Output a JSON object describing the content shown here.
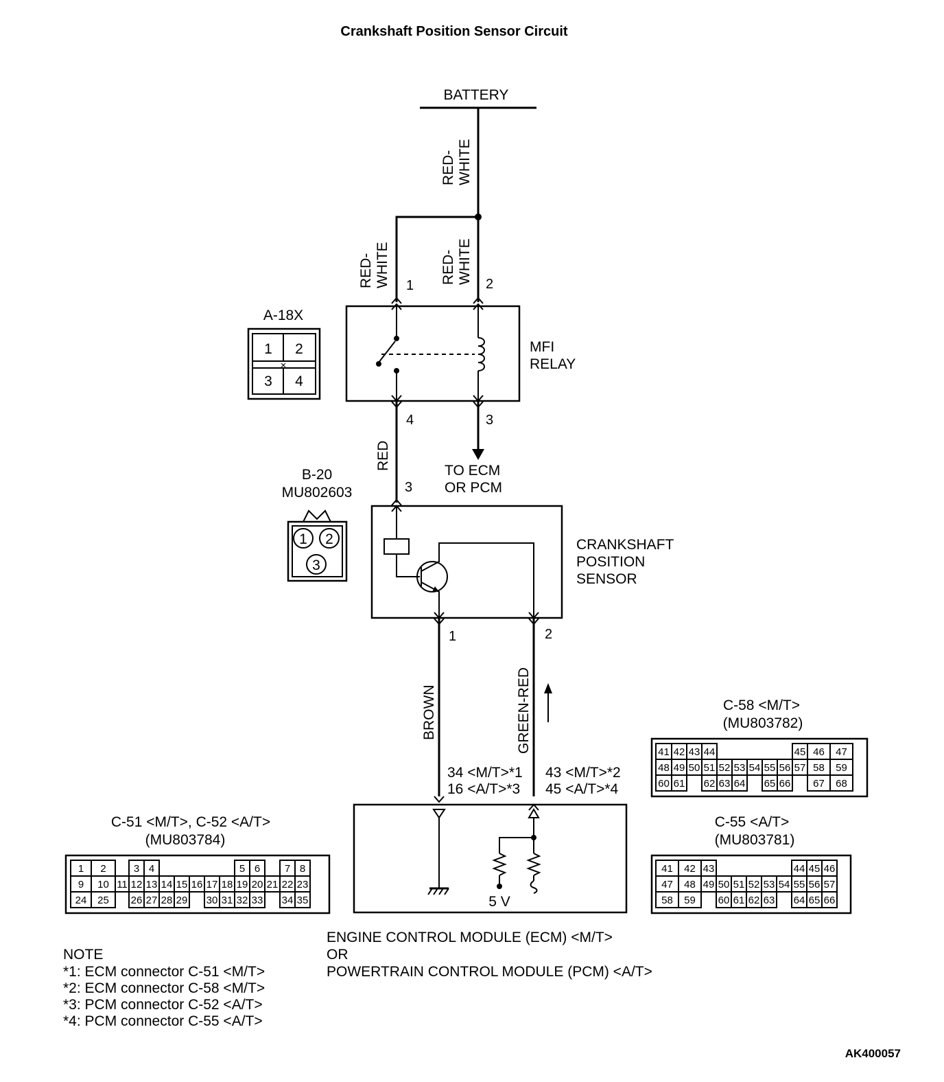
{
  "title": "Crankshaft Position Sensor Circuit",
  "battery": "BATTERY",
  "wires": {
    "battery_main": [
      "RED-",
      "WHITE"
    ],
    "relay_pin1": [
      "RED-",
      "WHITE"
    ],
    "relay_pin2": [
      "RED-",
      "WHITE"
    ],
    "red": "RED",
    "brown": "BROWN",
    "green_red": "GREEN-RED"
  },
  "mfi_relay": {
    "label": [
      "MFI",
      "RELAY"
    ],
    "connector": "A-18X",
    "pins": {
      "p1": "1",
      "p2": "2",
      "p3": "3",
      "p4": "4"
    },
    "to_ecm": [
      "TO ECM",
      "OR PCM"
    ]
  },
  "relay_connector_face": [
    "1",
    "2",
    "3",
    "4"
  ],
  "sensor": {
    "label": [
      "CRANKSHAFT",
      "POSITION",
      "SENSOR"
    ],
    "connector": "B-20",
    "part": "MU802603",
    "pins": {
      "p1": "1",
      "p2": "2",
      "p3": "3"
    }
  },
  "sensor_connector_face": [
    "1",
    "2",
    "3"
  ],
  "ecm_pins": {
    "left": [
      "34 <M/T>*1",
      "16 <A/T>*3"
    ],
    "right": [
      "43 <M/T>*2",
      "45 <A/T>*4"
    ]
  },
  "ecm": {
    "voltage": "5 V",
    "label": [
      "ENGINE CONTROL MODULE (ECM) <M/T>",
      "OR",
      "POWERTRAIN CONTROL MODULE (PCM) <A/T>"
    ]
  },
  "c51": {
    "title": "C-51 <M/T>, C-52 <A/T>",
    "part": "(MU803784)",
    "rows": [
      [
        "1",
        "2",
        "",
        "3",
        "4",
        "",
        "",
        "",
        "",
        "",
        "5",
        "6",
        "",
        "7",
        "8"
      ],
      [
        "9",
        "10",
        "11",
        "12",
        "13",
        "14",
        "15",
        "16",
        "17",
        "18",
        "19",
        "20",
        "21",
        "22",
        "23"
      ],
      [
        "24",
        "25",
        "",
        "26",
        "27",
        "28",
        "29",
        "",
        "30",
        "31",
        "32",
        "33",
        "",
        "34",
        "35"
      ]
    ]
  },
  "c58": {
    "title": "C-58 <M/T>",
    "part": "(MU803782)",
    "rows": [
      [
        "41",
        "42",
        "43",
        "44",
        "",
        "",
        "",
        "",
        "",
        "45",
        "46",
        "47"
      ],
      [
        "48",
        "49",
        "50",
        "51",
        "52",
        "53",
        "54",
        "55",
        "56",
        "57",
        "58",
        "59"
      ],
      [
        "60",
        "61",
        "",
        "62",
        "63",
        "64",
        "",
        "65",
        "66",
        "",
        "67",
        "68"
      ]
    ]
  },
  "c55": {
    "title": "C-55 <A/T>",
    "part": "(MU803781)",
    "rows": [
      [
        "41",
        "42",
        "43",
        "",
        "",
        "",
        "",
        "",
        "44",
        "45",
        "46"
      ],
      [
        "47",
        "48",
        "49",
        "50",
        "51",
        "52",
        "53",
        "54",
        "55",
        "56",
        "57"
      ],
      [
        "58",
        "59",
        "",
        "60",
        "61",
        "62",
        "63",
        "",
        "64",
        "65",
        "66"
      ]
    ]
  },
  "note": {
    "heading": "NOTE",
    "items": [
      "*1: ECM connector C-51 <M/T>",
      "*2: ECM connector C-58 <M/T>",
      "*3: PCM connector C-52 <A/T>",
      "*4: PCM connector C-55 <A/T>"
    ]
  },
  "code": "AK400057"
}
